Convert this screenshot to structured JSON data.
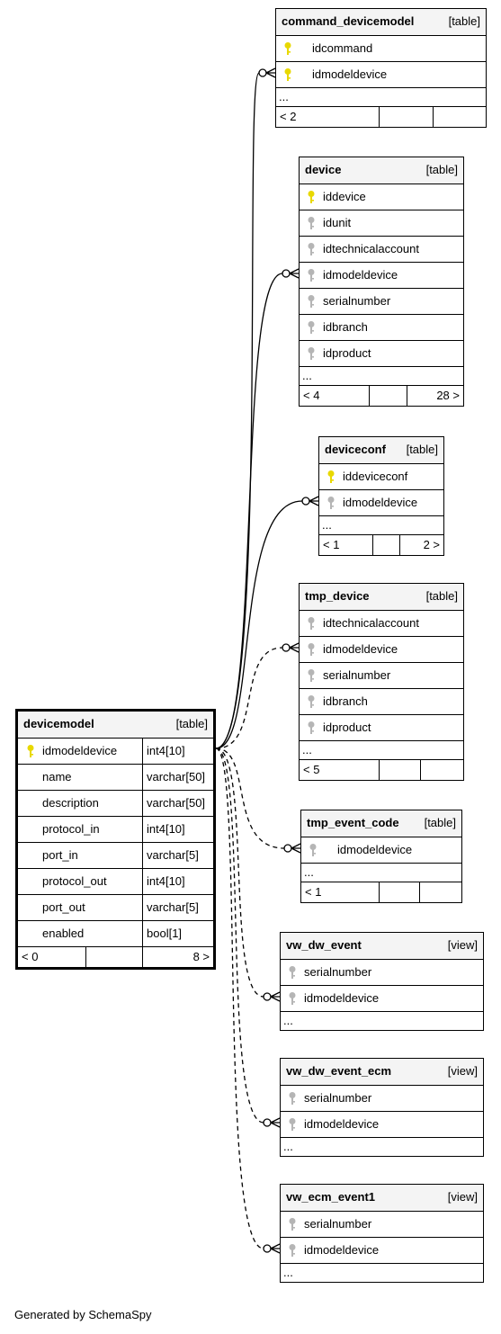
{
  "footer_text": "Generated by SchemaSpy",
  "main_table": {
    "name": "devicemodel",
    "kind": "[table]",
    "columns": [
      {
        "name": "idmodeldevice",
        "type": "int4[10]",
        "key": "primary"
      },
      {
        "name": "name",
        "type": "varchar[50]",
        "key": "none"
      },
      {
        "name": "description",
        "type": "varchar[50]",
        "key": "none"
      },
      {
        "name": "protocol_in",
        "type": "int4[10]",
        "key": "none"
      },
      {
        "name": "port_in",
        "type": "varchar[5]",
        "key": "none"
      },
      {
        "name": "protocol_out",
        "type": "int4[10]",
        "key": "none"
      },
      {
        "name": "port_out",
        "type": "varchar[5]",
        "key": "none"
      },
      {
        "name": "enabled",
        "type": "bool[1]",
        "key": "none"
      }
    ],
    "footer_left": "< 0",
    "footer_right": "8 >"
  },
  "related_tables": [
    {
      "name": "command_devicemodel",
      "kind": "[table]",
      "columns": [
        {
          "name": "idcommand",
          "key": "primary"
        },
        {
          "name": "idmodeldevice",
          "key": "primary"
        }
      ],
      "more": "...",
      "footer_left": "< 2",
      "footer_right": ""
    },
    {
      "name": "device",
      "kind": "[table]",
      "columns": [
        {
          "name": "iddevice",
          "key": "primary"
        },
        {
          "name": "idunit",
          "key": "foreign"
        },
        {
          "name": "idtechnicalaccount",
          "key": "foreign"
        },
        {
          "name": "idmodeldevice",
          "key": "foreign"
        },
        {
          "name": "serialnumber",
          "key": "foreign"
        },
        {
          "name": "idbranch",
          "key": "foreign"
        },
        {
          "name": "idproduct",
          "key": "foreign"
        }
      ],
      "more": "...",
      "footer_left": "< 4",
      "footer_right": "28 >"
    },
    {
      "name": "deviceconf",
      "kind": "[table]",
      "columns": [
        {
          "name": "iddeviceconf",
          "key": "primary"
        },
        {
          "name": "idmodeldevice",
          "key": "foreign"
        }
      ],
      "more": "...",
      "footer_left": "< 1",
      "footer_right": "2 >"
    },
    {
      "name": "tmp_device",
      "kind": "[table]",
      "columns": [
        {
          "name": "idtechnicalaccount",
          "key": "foreign"
        },
        {
          "name": "idmodeldevice",
          "key": "foreign"
        },
        {
          "name": "serialnumber",
          "key": "foreign"
        },
        {
          "name": "idbranch",
          "key": "foreign"
        },
        {
          "name": "idproduct",
          "key": "foreign"
        }
      ],
      "more": "...",
      "footer_left": "< 5",
      "footer_right": ""
    },
    {
      "name": "tmp_event_code",
      "kind": "[table]",
      "columns": [
        {
          "name": "idmodeldevice",
          "key": "foreign"
        }
      ],
      "more": "...",
      "footer_left": "< 1",
      "footer_right": ""
    },
    {
      "name": "vw_dw_event",
      "kind": "[view]",
      "columns": [
        {
          "name": "serialnumber",
          "key": "foreign"
        },
        {
          "name": "idmodeldevice",
          "key": "foreign"
        }
      ],
      "more": "..."
    },
    {
      "name": "vw_dw_event_ecm",
      "kind": "[view]",
      "columns": [
        {
          "name": "serialnumber",
          "key": "foreign"
        },
        {
          "name": "idmodeldevice",
          "key": "foreign"
        }
      ],
      "more": "..."
    },
    {
      "name": "vw_ecm_event1",
      "kind": "[view]",
      "columns": [
        {
          "name": "serialnumber",
          "key": "foreign"
        },
        {
          "name": "idmodeldevice",
          "key": "foreign"
        }
      ],
      "more": "..."
    }
  ],
  "relationships": [
    {
      "to": "command_devicemodel",
      "style": "solid"
    },
    {
      "to": "device",
      "style": "solid"
    },
    {
      "to": "deviceconf",
      "style": "solid"
    },
    {
      "to": "tmp_device",
      "style": "dashed"
    },
    {
      "to": "tmp_event_code",
      "style": "dashed"
    },
    {
      "to": "vw_dw_event",
      "style": "dashed"
    },
    {
      "to": "vw_dw_event_ecm",
      "style": "dashed"
    },
    {
      "to": "vw_ecm_event1",
      "style": "dashed"
    }
  ],
  "colors": {
    "primary_key": "#e8d800",
    "foreign_key": "#b5b5b5",
    "header_bg": "#f4f4f4",
    "line": "#000000"
  }
}
